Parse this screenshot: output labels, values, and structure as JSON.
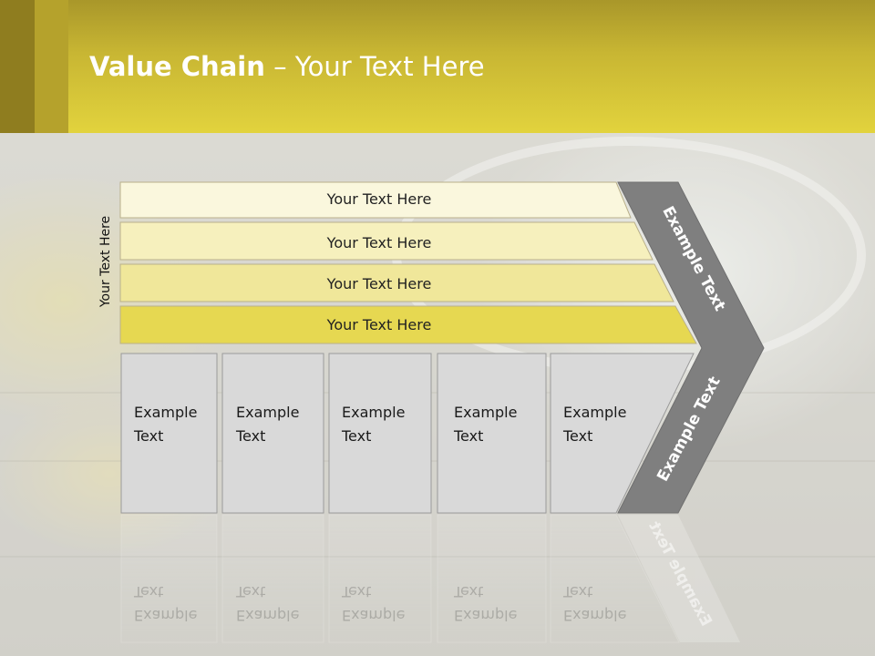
{
  "slide": {
    "title_bold": "Value Chain",
    "title_rest": " – Your Text Here"
  },
  "diagram": {
    "side_label": "Your Text Here",
    "bars": [
      {
        "label": "Your Text Here",
        "fill": "#faf7dd"
      },
      {
        "label": "Your Text Here",
        "fill": "#f6f0bd"
      },
      {
        "label": "Your Text Here",
        "fill": "#f0e79a"
      },
      {
        "label": "Your Text Here",
        "fill": "#e6d851"
      }
    ],
    "boxes": [
      {
        "line1": "Example",
        "line2": "Text"
      },
      {
        "line1": "Example",
        "line2": "Text"
      },
      {
        "line1": "Example",
        "line2": "Text"
      },
      {
        "line1": "Example",
        "line2": "Text"
      },
      {
        "line1": "Example",
        "line2": "Text"
      }
    ],
    "arrow_upper": "Example Text",
    "arrow_lower": "Example Text"
  },
  "colors": {
    "header_accent": "#e2d33d",
    "arrow_fill": "#7f7f7f",
    "box_fill": "#d9d9d9"
  }
}
